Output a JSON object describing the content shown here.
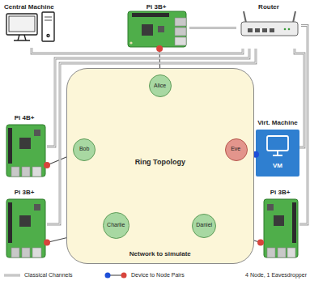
{
  "diagram": {
    "nodes": [
      {
        "text": [
          "Central Machine"
        ]
      },
      {
        "text": [
          "Pi 3B+"
        ]
      },
      {
        "text": [
          "Router"
        ]
      },
      {
        "text": [
          "Pi 4B+"
        ]
      },
      {
        "text": [
          "Ring Topology",
          "Network to simulate"
        ]
      },
      {
        "text": [
          "Alice"
        ],
        "in": 4
      },
      {
        "text": [
          "Bob"
        ],
        "in": 4
      },
      {
        "text": [
          "Eve"
        ],
        "in": 4
      },
      {
        "text": [
          "Charlie"
        ],
        "in": 4
      },
      {
        "text": [
          "Daniel"
        ],
        "in": 4
      },
      {
        "text": [
          "Virt. Machine",
          "VM"
        ]
      },
      {
        "text": [
          "Pi 3B+"
        ]
      },
      {
        "text": [
          "Pi 3B+"
        ]
      }
    ],
    "edges": [
      {
        "from": 5,
        "to": 7,
        "arrow": "none"
      },
      {
        "from": 7,
        "to": 9,
        "arrow": "none"
      },
      {
        "from": 9,
        "to": 8,
        "arrow": "none"
      },
      {
        "from": 8,
        "to": 6,
        "arrow": "none"
      },
      {
        "from": 6,
        "to": 5,
        "arrow": "none"
      },
      {
        "from": 1,
        "to": 5,
        "arrow": "none"
      },
      {
        "from": 3,
        "to": 6,
        "arrow": "none"
      },
      {
        "from": 10,
        "to": 7,
        "arrow": "none"
      },
      {
        "from": 11,
        "to": 8,
        "arrow": "none"
      },
      {
        "from": 12,
        "to": 9,
        "arrow": "none"
      },
      {
        "from": 2,
        "to": 0,
        "arrow": "none"
      },
      {
        "from": 2,
        "to": 1,
        "arrow": "none"
      },
      {
        "from": 2,
        "to": 3,
        "arrow": "none"
      },
      {
        "from": 2,
        "to": 10,
        "arrow": "none"
      },
      {
        "from": 2,
        "to": 11,
        "arrow": "none"
      },
      {
        "from": 2,
        "to": 12,
        "arrow": "none"
      }
    ],
    "labels": [
      "4 Node, 1 Eavesdropper"
    ],
    "legend": [
      {
        "text": "Classical Channels"
      },
      {
        "text": "Device to Node Pairs"
      }
    ]
  }
}
